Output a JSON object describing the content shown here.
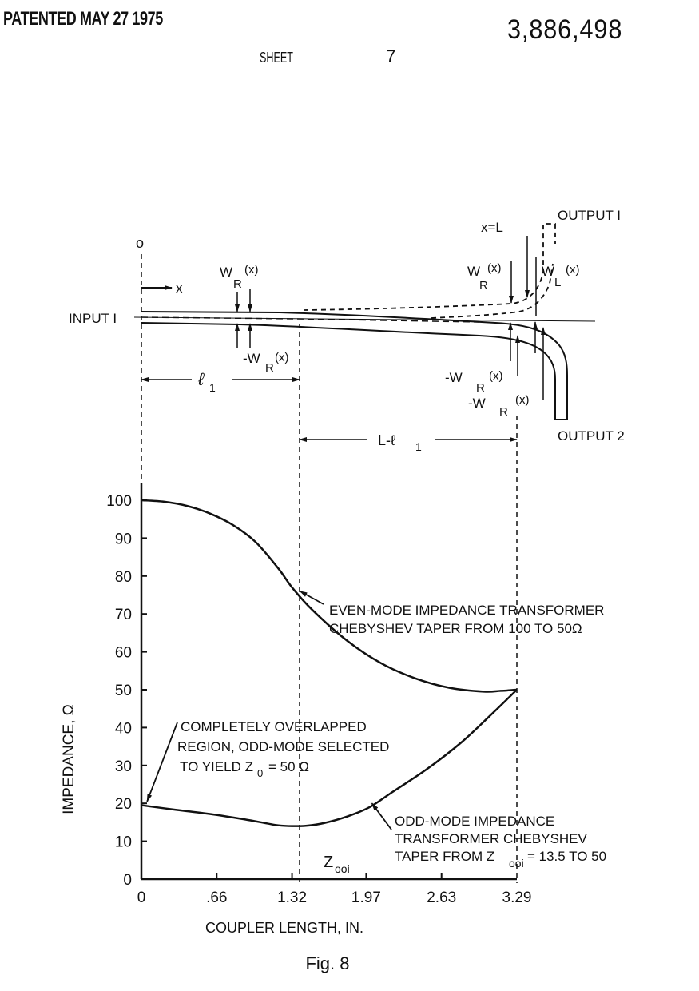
{
  "header": {
    "patented": "PATENTED MAY 27 1975",
    "patent_number": "3,886,498",
    "sheet_label": "SHEET",
    "sheet_number": "7"
  },
  "schematic": {
    "origin_label": "o",
    "x_axis_label": "x",
    "input_label": "INPUT I",
    "output1_label": "OUTPUT I",
    "output2_label": "OUTPUT 2",
    "x_eq_L_label": "x=L",
    "wr_label_left": "W",
    "wr_sub": "R",
    "wr_arg": "(x)",
    "neg_wr_prefix": "-W",
    "wl_label": "W",
    "wl_sub": "L",
    "l1_label": "ℓ",
    "l1_sub": "1",
    "L_minus_l1_label": "L-ℓ",
    "L_minus_l1_sub": "1"
  },
  "chart_data": {
    "type": "line",
    "title": "Fig. 8",
    "xlabel": "COUPLER LENGTH, IN.",
    "ylabel": "IMPEDANCE, Ω",
    "xlim": [
      0,
      3.29
    ],
    "ylim": [
      0,
      100
    ],
    "x_ticks": [
      0,
      0.66,
      1.32,
      1.97,
      2.63,
      3.29
    ],
    "x_tick_labels": [
      "0",
      ".66",
      "1.32",
      "1.97",
      "2.63",
      "3.29"
    ],
    "y_ticks": [
      0,
      10,
      20,
      30,
      40,
      50,
      60,
      70,
      80,
      90,
      100
    ],
    "y_tick_labels": [
      "0",
      "10",
      "20",
      "30",
      "40",
      "50",
      "60",
      "70",
      "80",
      "90",
      "100"
    ],
    "grid": false,
    "reference_lines_x": [
      0,
      1.32,
      3.29
    ],
    "series": [
      {
        "name": "Even-mode impedance",
        "x": [
          0,
          0.2,
          0.4,
          0.6,
          0.8,
          1.0,
          1.2,
          1.32,
          1.5,
          1.8,
          2.1,
          2.4,
          2.7,
          3.0,
          3.15,
          3.29
        ],
        "y": [
          100,
          99.6,
          98.5,
          96.5,
          93.5,
          89,
          82,
          77,
          71,
          63,
          57,
          53,
          50.5,
          49.5,
          49.7,
          50
        ]
      },
      {
        "name": "Odd-mode impedance",
        "x": [
          0,
          0.3,
          0.6,
          0.9,
          1.1,
          1.2,
          1.32,
          1.45,
          1.6,
          1.8,
          2.0,
          2.2,
          2.5,
          2.8,
          3.05,
          3.29
        ],
        "y": [
          19.5,
          18.3,
          17.2,
          15.8,
          14.7,
          14.2,
          14.0,
          14.1,
          14.8,
          16.5,
          19.0,
          23,
          29,
          36,
          43,
          50
        ]
      }
    ],
    "annotations": [
      {
        "lines": [
          "EVEN-MODE IMPEDANCE TRANSFORMER",
          "CHEBYSHEV TAPER FROM 100 TO 50Ω"
        ],
        "points_to": [
          1.4,
          76
        ]
      },
      {
        "lines": [
          "COMPLETELY OVERLAPPED",
          "REGION, ODD-MODE SELECTED",
          "TO YIELD Z",
          "= 50 Ω"
        ],
        "sub": "0",
        "points_to": [
          0.05,
          20
        ]
      },
      {
        "lines": [
          "ODD-MODE IMPEDANCE",
          "TRANSFORMER CHEBYSHEV",
          "TAPER FROM Z",
          "= 13.5 TO 50"
        ],
        "sub": "ooi",
        "points_to": [
          2.03,
          20
        ]
      },
      {
        "lines": [
          "Z"
        ],
        "sub": "ooi",
        "at": [
          1.4,
          2
        ]
      }
    ]
  }
}
